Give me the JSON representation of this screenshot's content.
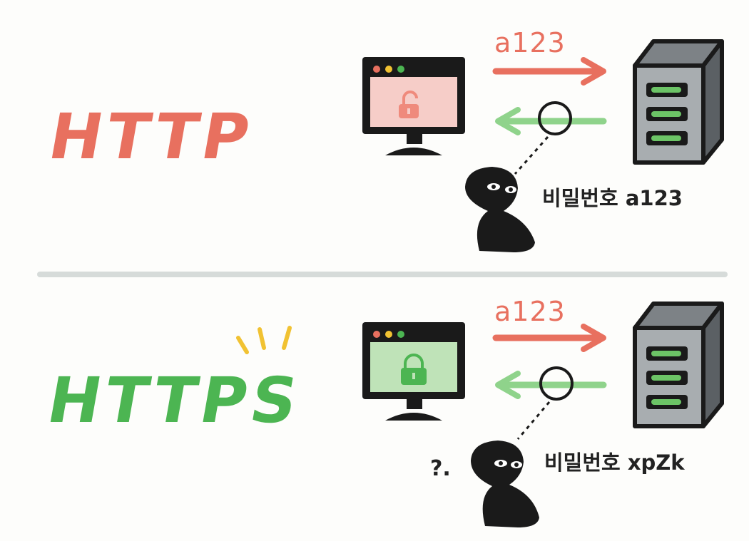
{
  "http": {
    "title": "HTTP",
    "arrow_label": "a123",
    "eavesdropper_speech": "비밀번호 a123",
    "lock_state": "unlocked"
  },
  "https": {
    "title": "HTTPS",
    "arrow_label": "a123",
    "eavesdropper_speech": "비밀번호 xpZk",
    "confusion_mark": "?.",
    "lock_state": "locked"
  },
  "colors": {
    "http_accent": "#e8705f",
    "https_accent": "#4cb552",
    "request_arrow": "#e8705f",
    "response_arrow": "#8fd38b",
    "sparkle": "#f1c232",
    "divider": "#d6dbd9",
    "outline": "#1a1a1a"
  },
  "icons": [
    "monitor-icon",
    "server-icon",
    "unlocked-padlock-icon",
    "locked-padlock-icon",
    "hacker-figure-icon",
    "magnifier-circle-icon",
    "sparkle-icon"
  ]
}
